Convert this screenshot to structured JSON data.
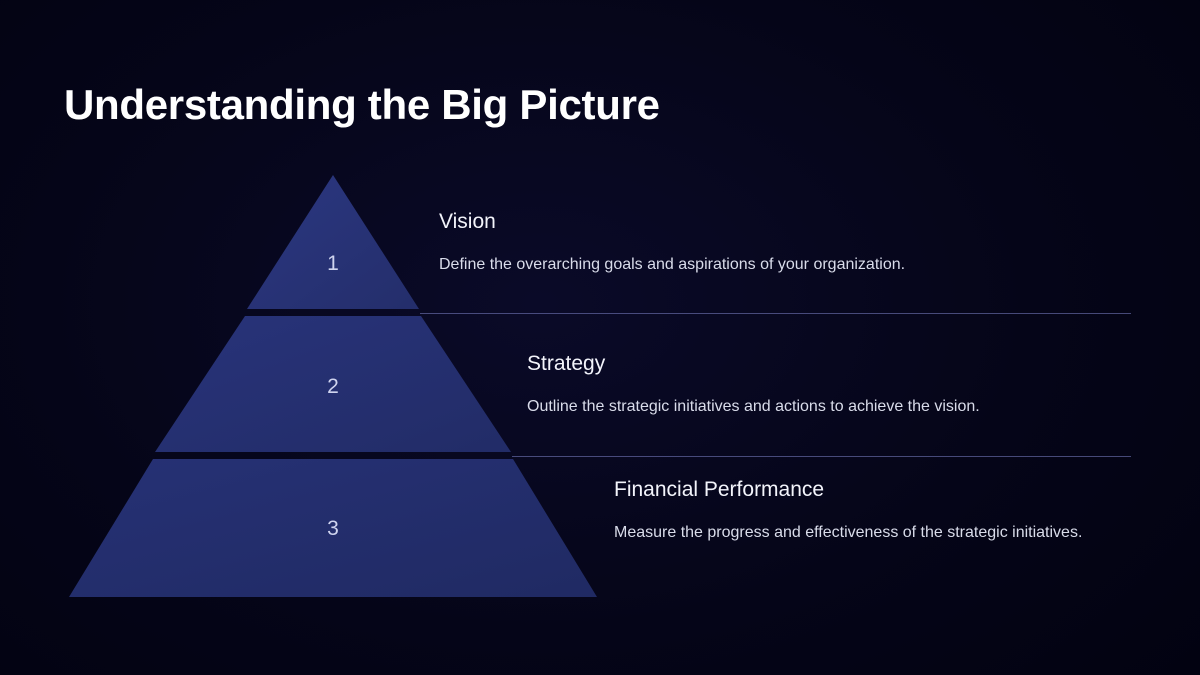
{
  "slide": {
    "title": "Understanding the Big Picture",
    "background_color": "#03031a"
  },
  "pyramid": {
    "accent_color": "#23306d",
    "divider_color": "#6f75b4",
    "number_color": "#cfd4ef",
    "tiers": [
      {
        "number": "1",
        "title": "Vision",
        "description": "Define the overarching goals and aspirations of your organization.",
        "fill": "#283374"
      },
      {
        "number": "2",
        "title": "Strategy",
        "description": "Outline the strategic initiatives and actions to achieve the vision.",
        "fill": "#242F6C"
      },
      {
        "number": "3",
        "title": "Financial Performance",
        "description": "Measure the progress and effectiveness of the strategic initiatives.",
        "fill": "#222D68"
      }
    ]
  }
}
